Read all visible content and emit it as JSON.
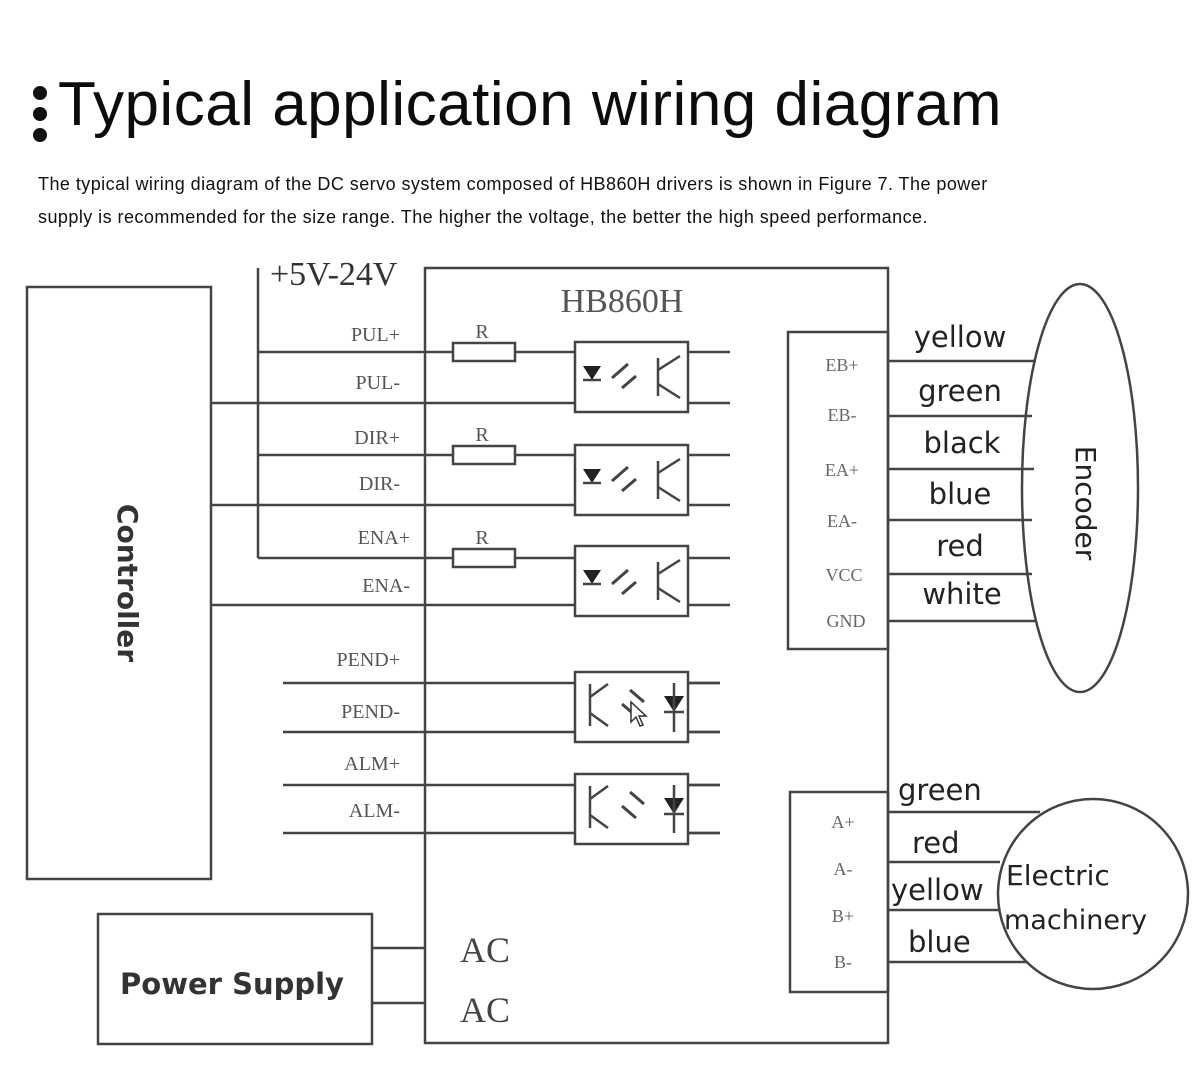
{
  "header": {
    "title": "Typical application wiring diagram",
    "description_line1": "The typical wiring diagram of the DC servo system composed of HB860H drivers is shown in Figure 7. The power",
    "description_line2": "supply is recommended for the size range. The higher the voltage, the better the high speed performance."
  },
  "diagram": {
    "supply_voltage": "+5V-24V",
    "driver_label": "HB860H",
    "controller_label": "Controller",
    "power_supply_label": "Power Supply",
    "encoder_label": "Encoder",
    "motor_label_line1": "Electric",
    "motor_label_line2": "machinery",
    "resistor_label": "R",
    "ac_label": "AC",
    "inputs": [
      "PUL+",
      "PUL-",
      "DIR+",
      "DIR-",
      "ENA+",
      "ENA-"
    ],
    "outputs": [
      "PEND+",
      "PEND-",
      "ALM+",
      "ALM-"
    ],
    "encoder_terminals": [
      "EB+",
      "EB-",
      "EA+",
      "EA-",
      "VCC",
      "GND"
    ],
    "encoder_wires": [
      "yellow",
      "green",
      "black",
      "blue",
      "red",
      "white"
    ],
    "motor_terminals": [
      "A+",
      "A-",
      "B+",
      "B-"
    ],
    "motor_wires": [
      "green",
      "red",
      "yellow",
      "blue"
    ]
  }
}
